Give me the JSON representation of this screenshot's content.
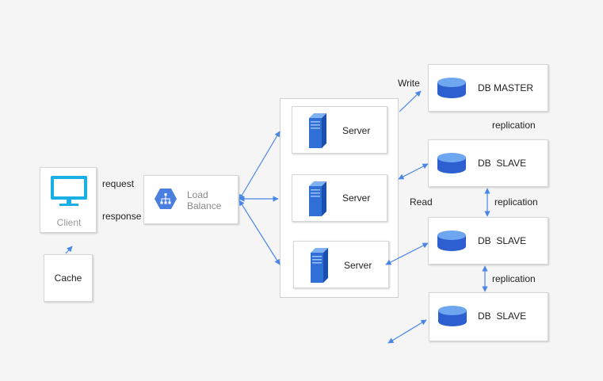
{
  "client": {
    "label": "Client",
    "icon": "monitor-icon"
  },
  "cache": {
    "label": "Cache"
  },
  "load_balancer": {
    "label_line1": "Load",
    "label_line2": "Balance",
    "icon": "load-balancer-icon"
  },
  "edges": {
    "request": "request",
    "response": "response",
    "write": "Write",
    "read": "Read"
  },
  "servers": [
    {
      "label": "Server",
      "icon": "server-icon"
    },
    {
      "label": "Server",
      "icon": "server-icon"
    },
    {
      "label": "Server",
      "icon": "server-icon"
    }
  ],
  "databases": [
    {
      "label": "DB MASTER",
      "icon": "database-icon"
    },
    {
      "label": "DB  SLAVE",
      "icon": "database-icon"
    },
    {
      "label": "DB  SLAVE",
      "icon": "database-icon"
    },
    {
      "label": "DB  SLAVE",
      "icon": "database-icon"
    }
  ],
  "replication": [
    "replication",
    "replication",
    "replication"
  ],
  "colors": {
    "arrow": "#4a86e8",
    "server_blue": "#2f6fd6",
    "client_cyan": "#1ab0e6",
    "lb_blue": "#4a7fe0",
    "db_blue": "#2d5fd0"
  }
}
